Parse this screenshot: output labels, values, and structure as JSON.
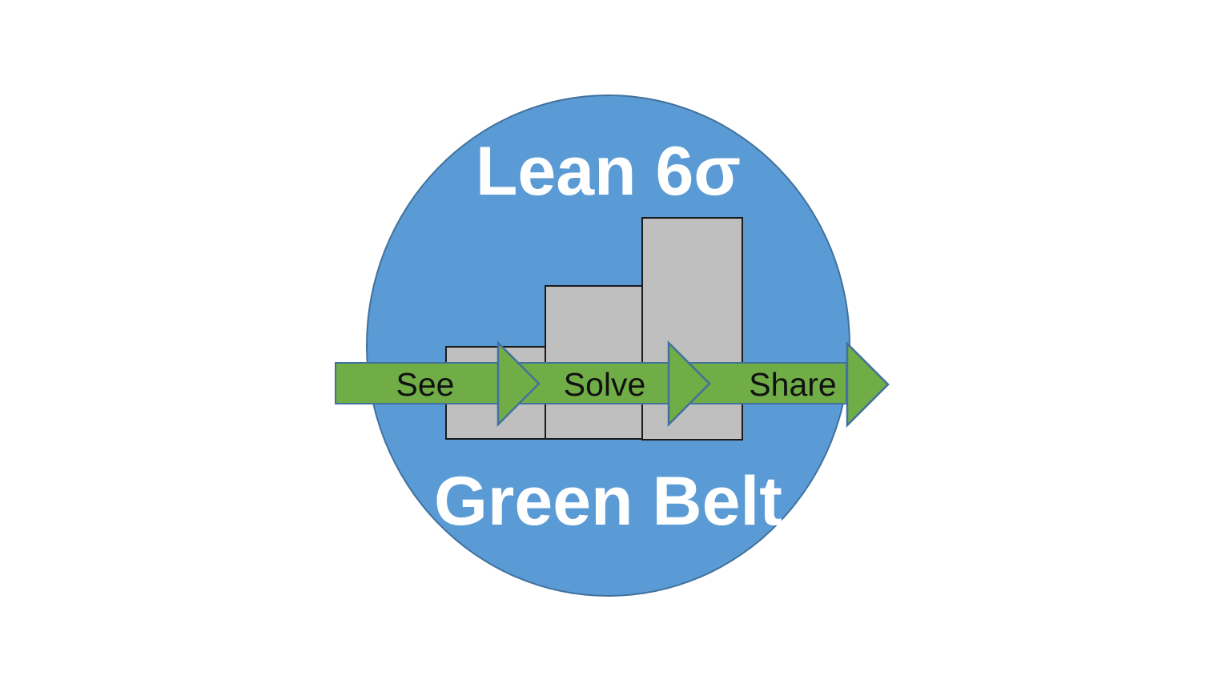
{
  "logo": {
    "title_top": "Lean 6σ",
    "title_bottom": "Green Belt",
    "steps": [
      {
        "label": "See"
      },
      {
        "label": "Solve"
      },
      {
        "label": "Share"
      }
    ],
    "icons": {
      "bar_chart": "ascending-bar-chart-icon",
      "arrow": "right-process-arrow-icon"
    }
  },
  "colors": {
    "background": "#FFFFFF",
    "circle_fill": "#5B9BD5",
    "shape_outline": "#41719C",
    "arrow_fill": "#70AD47",
    "bar_fill": "#BFBFBF",
    "bar_border": "#1A1A1A",
    "title_text": "#FFFFFF",
    "step_text": "#111111"
  }
}
